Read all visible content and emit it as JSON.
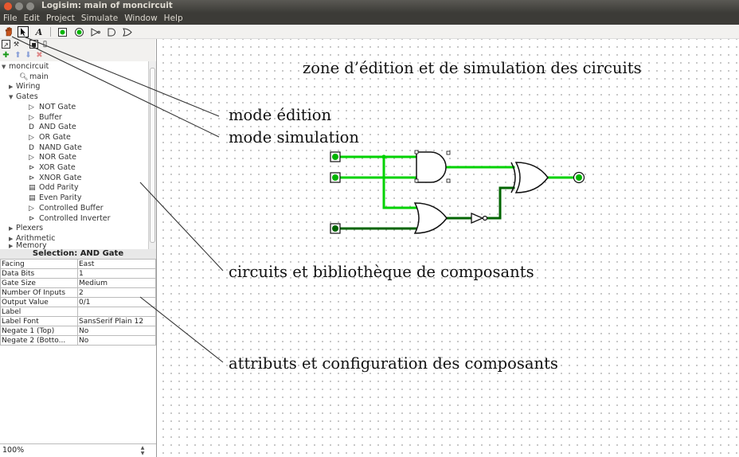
{
  "window": {
    "title": "Logisim: main of moncircuit"
  },
  "menu": [
    "File",
    "Edit",
    "Project",
    "Simulate",
    "Window",
    "Help"
  ],
  "explorer": {
    "project": "moncircuit",
    "main_circuit": "main",
    "libraries": [
      "Wiring",
      "Gates"
    ],
    "gates": [
      "NOT Gate",
      "Buffer",
      "AND Gate",
      "OR Gate",
      "NAND Gate",
      "NOR Gate",
      "XOR Gate",
      "XNOR Gate",
      "Odd Parity",
      "Even Parity",
      "Controlled Buffer",
      "Controlled Inverter"
    ],
    "more_libraries": [
      "Plexers",
      "Arithmetic",
      "Memory"
    ]
  },
  "attributes": {
    "header": "Selection: AND Gate",
    "rows": [
      {
        "key": "Facing",
        "value": "East"
      },
      {
        "key": "Data Bits",
        "value": "1"
      },
      {
        "key": "Gate Size",
        "value": "Medium"
      },
      {
        "key": "Number Of Inputs",
        "value": "2"
      },
      {
        "key": "Output Value",
        "value": "0/1"
      },
      {
        "key": "Label",
        "value": ""
      },
      {
        "key": "Label Font",
        "value": "SansSerif Plain 12"
      },
      {
        "key": "Negate 1 (Top)",
        "value": "No"
      },
      {
        "key": "Negate 2 (Botto...",
        "value": "No"
      }
    ]
  },
  "zoom": "100%",
  "annotations": {
    "editing_zone": "zone d’édition et de simulation des circuits",
    "edit_mode": "mode édition",
    "simulation_mode": "mode simulation",
    "library": "circuits et bibliothèque de composants",
    "attributes": "attributs et configuration des composants"
  },
  "colors": {
    "wire_on": "#00d200",
    "wire_off": "#006400",
    "pin_on": "#00b400",
    "titlebar": "#3c3b37",
    "close_button": "#e8582f"
  },
  "icons": {
    "poke_tool": "hand-icon",
    "select_tool": "arrow-cursor-icon",
    "text_tool": "text-A-icon"
  }
}
